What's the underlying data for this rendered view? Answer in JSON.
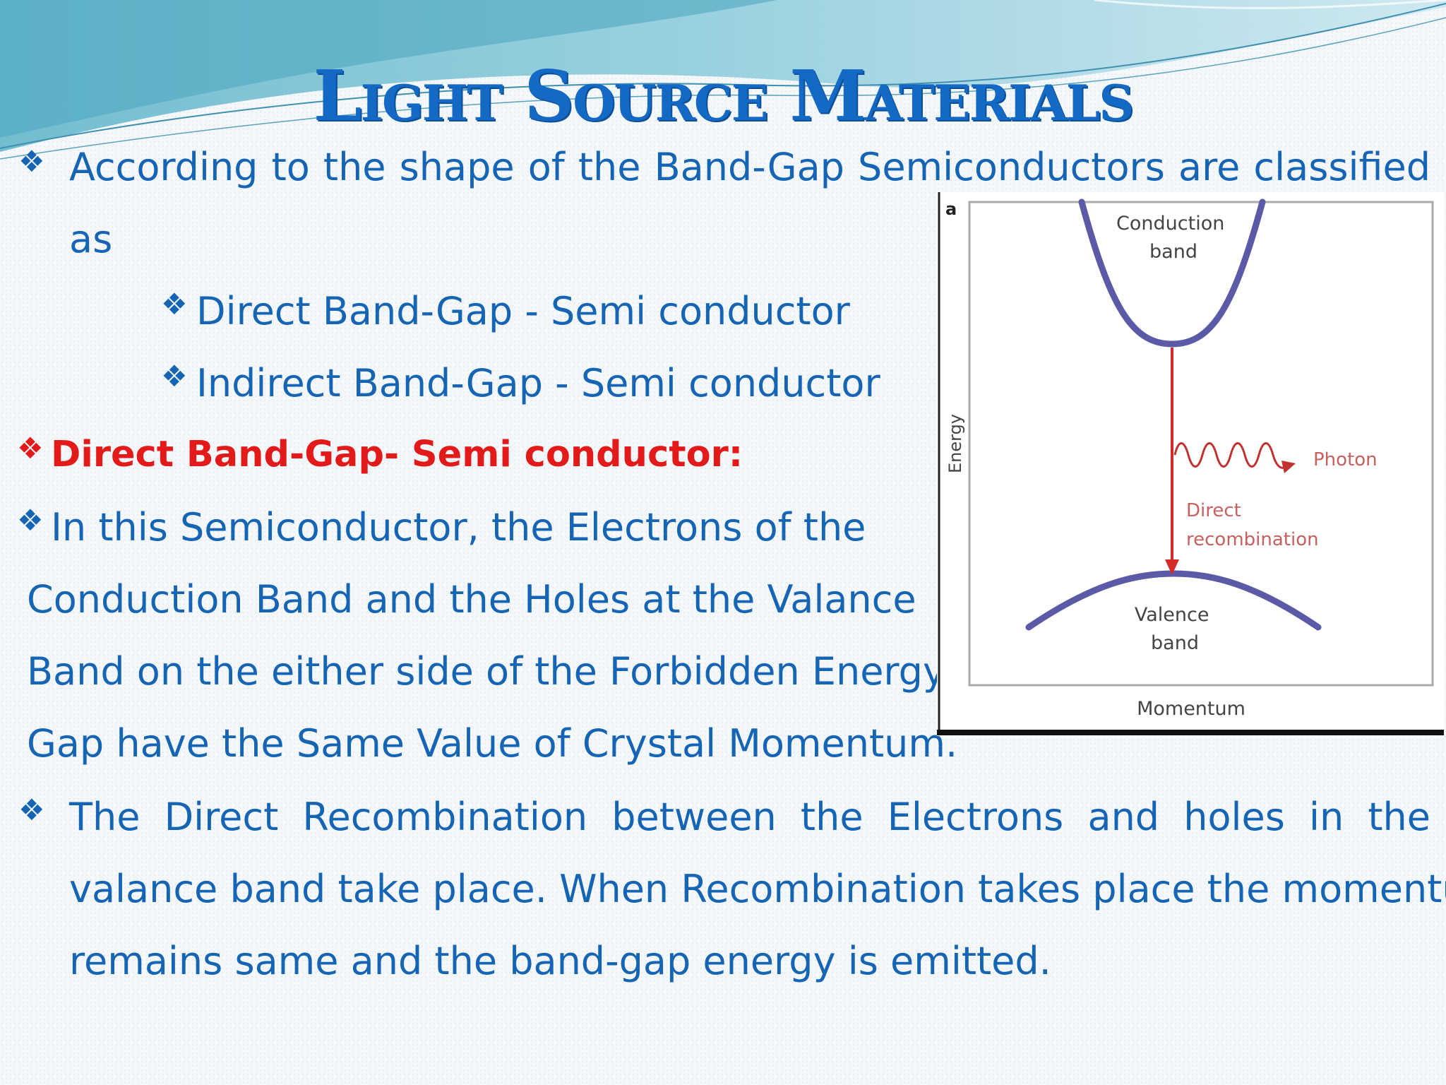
{
  "slide": {
    "title": "Light Source Materials",
    "intro": {
      "line1": "According to the shape of the Band-Gap Semiconductors are classified",
      "line2": "as"
    },
    "sub_items": [
      {
        "label": "Direct Band-Gap  - Semi conductor"
      },
      {
        "label": "Indirect Band-Gap  - Semi conductor"
      }
    ],
    "heading": "Direct Band-Gap- Semi conductor:",
    "para1": [
      "In this Semiconductor, the Electrons of the",
      "Conduction Band and the Holes at the Valance",
      "Band on the either side of the Forbidden Energy",
      "Gap have the Same Value of Crystal Momentum."
    ],
    "para2": [
      "The Direct Recombination between the Electrons  and holes in the",
      "valance band take place. When Recombination takes place the momentum",
      "remains same  and the band-gap energy is emitted."
    ],
    "bullet_glyph": "❖"
  },
  "figure": {
    "panel_letter": "a",
    "conduction_label": [
      "Conduction",
      "band"
    ],
    "valence_label": [
      "Valence",
      "band"
    ],
    "photon_label": "Photon",
    "transition_label": [
      "Direct",
      "recombination"
    ],
    "y_axis_label": "Energy",
    "x_axis_label": "Momentum",
    "colors": {
      "band_curve": "#5a5aa6",
      "transition": "#d32a2a",
      "photon_label": "#c86060",
      "title": "#1469c4",
      "body_text": "#1664b4",
      "heading_red": "#e31a1a"
    }
  }
}
